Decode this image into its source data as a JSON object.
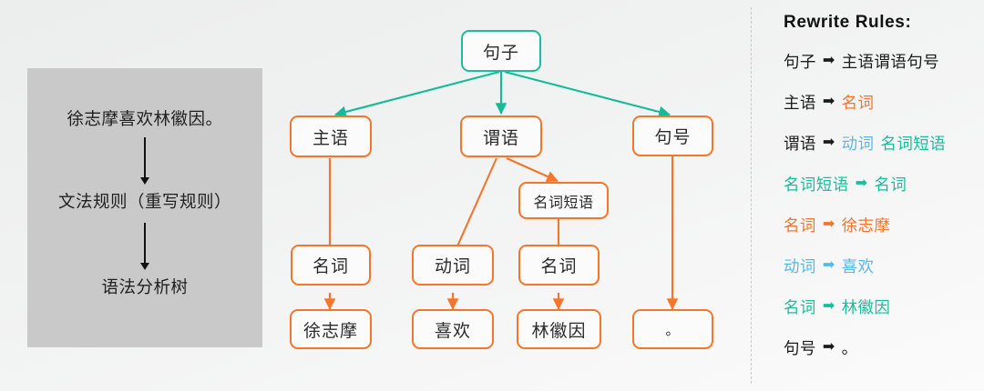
{
  "left_panel": {
    "line1": "徐志摩喜欢林徽因。",
    "line2": "文法规则（重写规则）",
    "line3": "语法分析树",
    "arrow1": "down-arrow",
    "arrow2": "down-arrow"
  },
  "tree": {
    "nodes": [
      {
        "id": "root",
        "label": "句子",
        "color": "teal"
      },
      {
        "id": "subject",
        "label": "主语",
        "color": "orange"
      },
      {
        "id": "predicate",
        "label": "谓语",
        "color": "orange"
      },
      {
        "id": "period",
        "label": "句号",
        "color": "orange"
      },
      {
        "id": "np",
        "label": "名词短语",
        "color": "orange"
      },
      {
        "id": "noun1",
        "label": "名词",
        "color": "orange"
      },
      {
        "id": "verb",
        "label": "动词",
        "color": "orange"
      },
      {
        "id": "noun2",
        "label": "名词",
        "color": "orange"
      },
      {
        "id": "leaf1",
        "label": "徐志摩",
        "color": "orange"
      },
      {
        "id": "leaf2",
        "label": "喜欢",
        "color": "orange"
      },
      {
        "id": "leaf3",
        "label": "林徽因",
        "color": "orange"
      },
      {
        "id": "leaf4",
        "label": "。",
        "color": "orange"
      }
    ]
  },
  "rules": {
    "title": "Rewrite Rules:",
    "arrow_glyph": "➡",
    "items": [
      {
        "lhs": "句子",
        "lhs_color": "black",
        "arrow_color": "black",
        "rhs": [
          {
            "t": "主语谓语句号",
            "c": "black"
          }
        ]
      },
      {
        "lhs": "主语",
        "lhs_color": "black",
        "arrow_color": "black",
        "rhs": [
          {
            "t": "名词",
            "c": "orange"
          }
        ]
      },
      {
        "lhs": "谓语",
        "lhs_color": "black",
        "arrow_color": "black",
        "rhs": [
          {
            "t": "动词",
            "c": "blue"
          },
          {
            "t": "名词短语",
            "c": "teal"
          }
        ]
      },
      {
        "lhs": "名词短语",
        "lhs_color": "teal",
        "arrow_color": "teal",
        "rhs": [
          {
            "t": "名词",
            "c": "teal"
          }
        ]
      },
      {
        "lhs": "名词",
        "lhs_color": "orange",
        "arrow_color": "orange",
        "rhs": [
          {
            "t": "徐志摩",
            "c": "orange"
          }
        ]
      },
      {
        "lhs": "动词",
        "lhs_color": "blue",
        "arrow_color": "blue",
        "rhs": [
          {
            "t": "喜欢",
            "c": "blue"
          }
        ]
      },
      {
        "lhs": "名词",
        "lhs_color": "teal",
        "arrow_color": "teal",
        "rhs": [
          {
            "t": "林徽因",
            "c": "teal"
          }
        ]
      },
      {
        "lhs": "句号",
        "lhs_color": "black",
        "arrow_color": "black",
        "rhs": [
          {
            "t": "。",
            "c": "black"
          }
        ]
      }
    ]
  },
  "colors": {
    "orange": "#f4762c",
    "teal": "#1dbc9c",
    "blue": "#5bb8e5",
    "black": "#1b1b1b",
    "panel_gray": "#c9c9c9"
  }
}
